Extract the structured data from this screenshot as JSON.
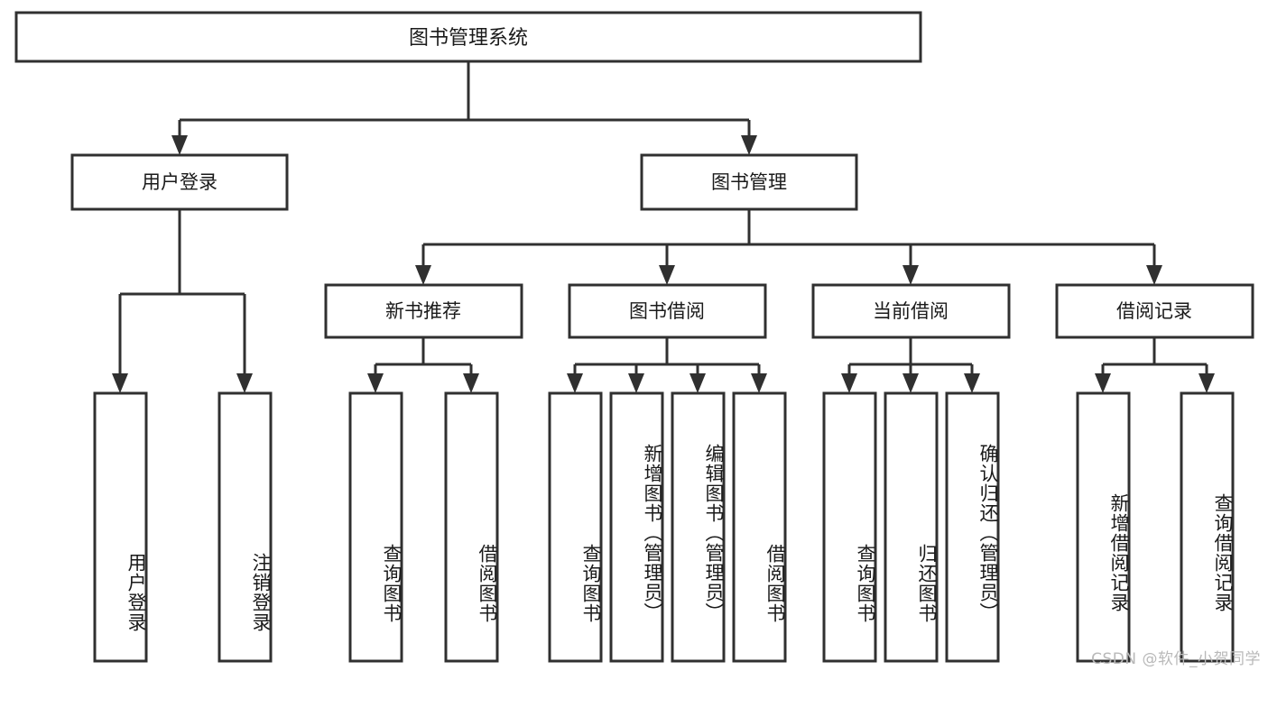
{
  "diagram": {
    "type": "tree-hierarchy-flowchart",
    "title": "图书管理系统",
    "root": {
      "id": "root",
      "label": "图书管理系统",
      "orientation": "horizontal"
    },
    "level1": [
      {
        "id": "user-login",
        "label": "用户登录",
        "orientation": "horizontal"
      },
      {
        "id": "book-manage",
        "label": "图书管理",
        "orientation": "horizontal"
      }
    ],
    "level2": [
      {
        "id": "new-book-recommend",
        "label": "新书推荐",
        "orientation": "horizontal",
        "parent": "book-manage"
      },
      {
        "id": "book-borrow",
        "label": "图书借阅",
        "orientation": "horizontal",
        "parent": "book-manage"
      },
      {
        "id": "current-borrow",
        "label": "当前借阅",
        "orientation": "horizontal",
        "parent": "book-manage"
      },
      {
        "id": "borrow-record",
        "label": "借阅记录",
        "orientation": "horizontal",
        "parent": "book-manage"
      }
    ],
    "leaves": [
      {
        "id": "leaf-user-login",
        "label": "用户登录",
        "orientation": "vertical",
        "parent": "user-login"
      },
      {
        "id": "leaf-logout-login",
        "label": "注销登录",
        "orientation": "vertical",
        "parent": "user-login"
      },
      {
        "id": "leaf-query-book-1",
        "label": "查询图书",
        "orientation": "vertical",
        "parent": "new-book-recommend"
      },
      {
        "id": "leaf-borrow-book-1",
        "label": "借阅图书",
        "orientation": "vertical",
        "parent": "new-book-recommend"
      },
      {
        "id": "leaf-query-book-2",
        "label": "查询图书",
        "orientation": "vertical",
        "parent": "book-borrow"
      },
      {
        "id": "leaf-add-book",
        "label": "新增图书（管理员）",
        "orientation": "vertical",
        "parent": "book-borrow"
      },
      {
        "id": "leaf-edit-book",
        "label": "编辑图书（管理员）",
        "orientation": "vertical",
        "parent": "book-borrow"
      },
      {
        "id": "leaf-borrow-book-2",
        "label": "借阅图书",
        "orientation": "vertical",
        "parent": "book-borrow"
      },
      {
        "id": "leaf-query-book-3",
        "label": "查询图书",
        "orientation": "vertical",
        "parent": "current-borrow"
      },
      {
        "id": "leaf-return-book",
        "label": "归还图书",
        "orientation": "vertical",
        "parent": "current-borrow"
      },
      {
        "id": "leaf-confirm-return",
        "label": "确认归还（管理员）",
        "orientation": "vertical",
        "parent": "current-borrow"
      },
      {
        "id": "leaf-add-record",
        "label": "新增借阅记录",
        "orientation": "vertical",
        "parent": "borrow-record"
      },
      {
        "id": "leaf-query-record",
        "label": "查询借阅记录",
        "orientation": "vertical",
        "parent": "borrow-record"
      }
    ]
  },
  "watermark": {
    "text": "CSDN @软件_小贺同学"
  },
  "colors": {
    "background": "#ffffff",
    "box_fill": "#ffffff",
    "box_stroke": "#303030",
    "text": "#1a1a1a",
    "watermark": "#b9b9b9"
  }
}
